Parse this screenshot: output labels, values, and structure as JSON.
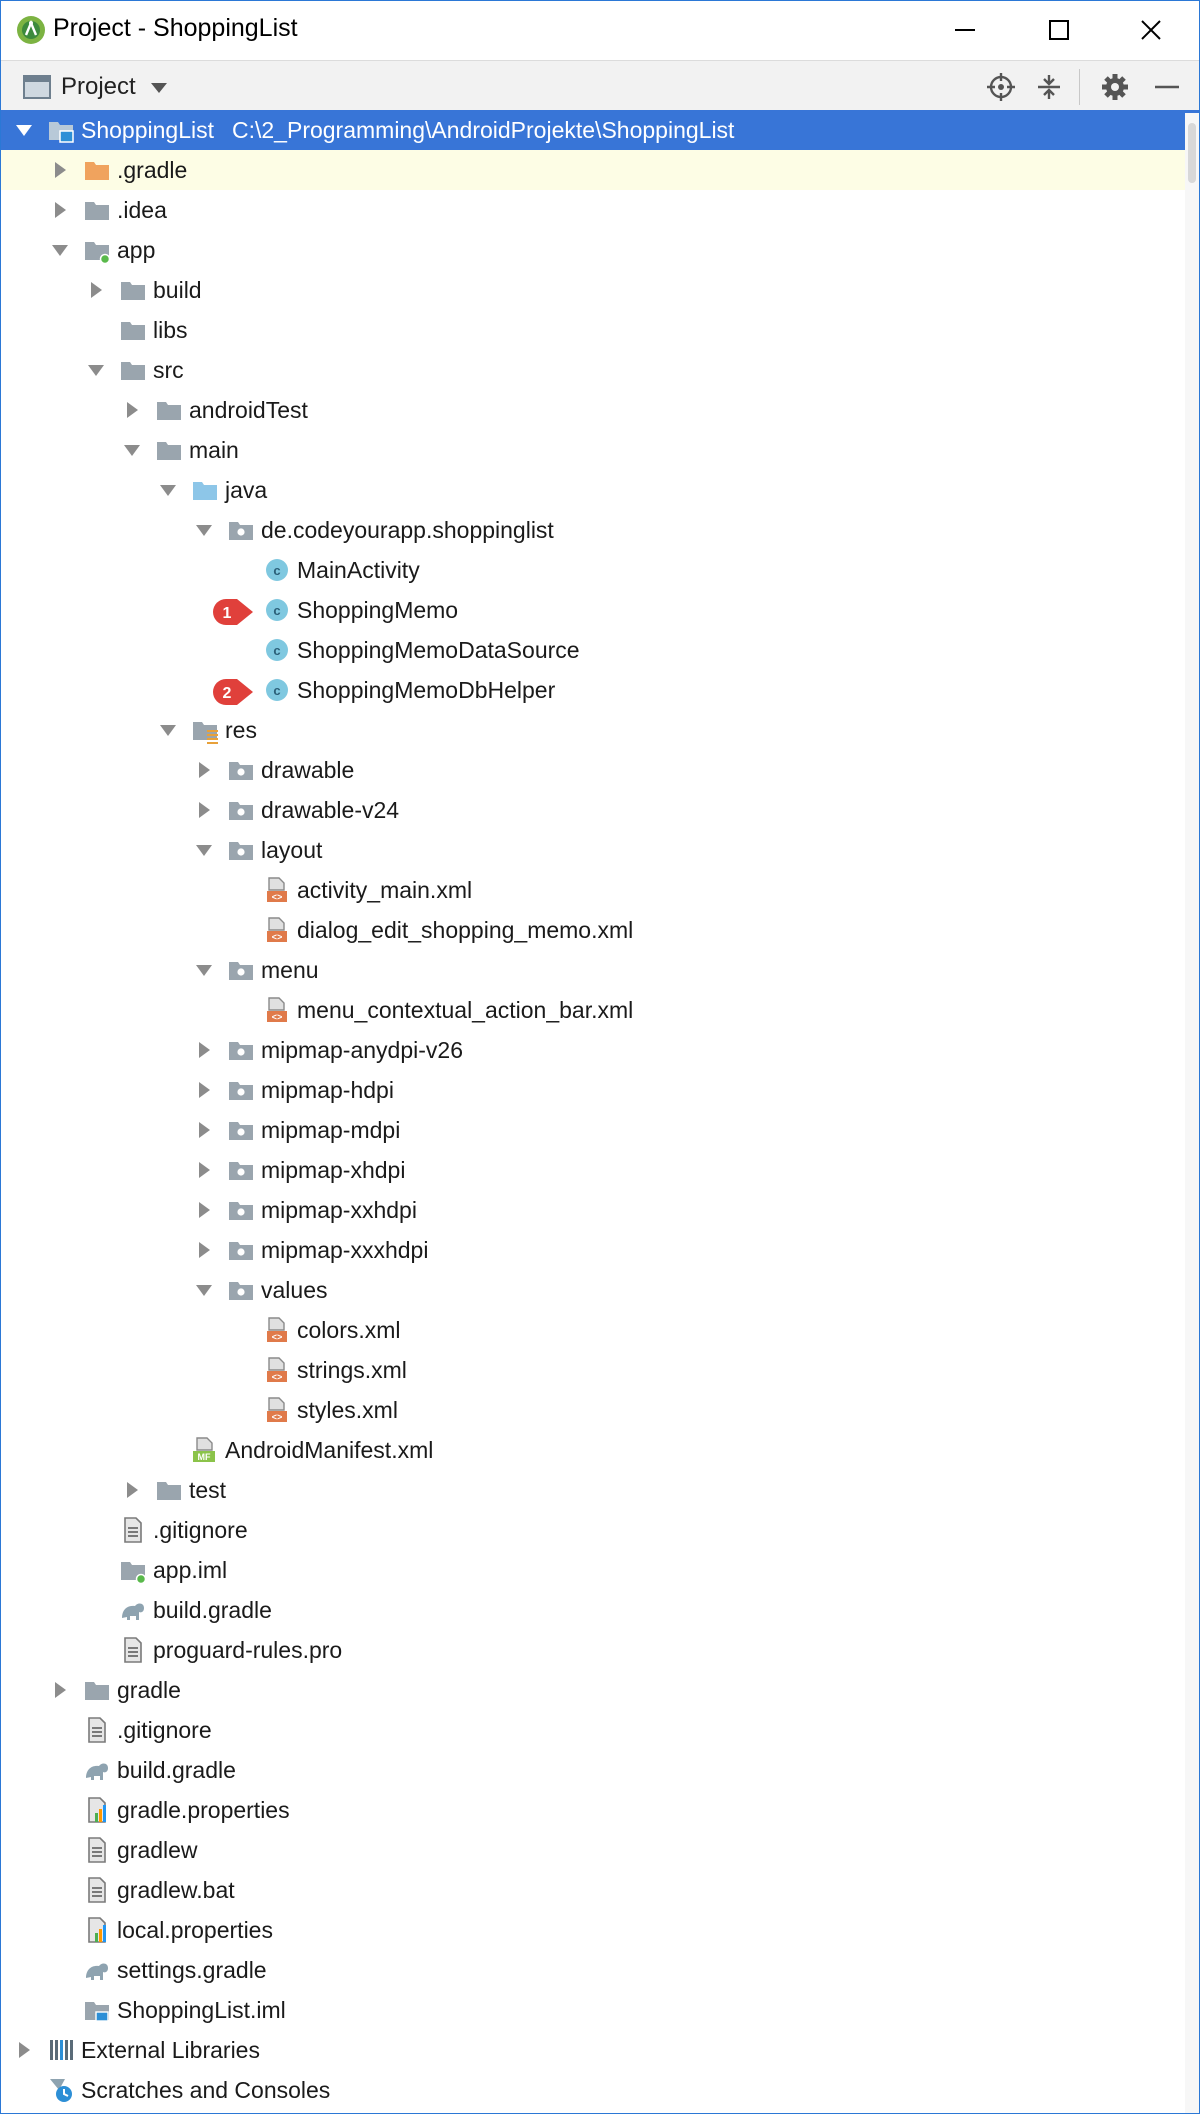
{
  "window": {
    "title": "Project - ShoppingList",
    "minimize_icon": "minimize-icon",
    "maximize_icon": "maximize-icon",
    "close_icon": "close-icon"
  },
  "toolbar": {
    "view_label": "Project",
    "icons": [
      "locate-target-icon",
      "collapse-all-icon",
      "gear-icon",
      "hide-icon"
    ]
  },
  "colors": {
    "selection": "#3875d7",
    "hover_row": "#fdfde5",
    "badge": "#e0403b",
    "class_icon": "#7fc8e0",
    "folder": "#9aa5ae",
    "xml_icon": "#e07a4a"
  },
  "tree": [
    {
      "label": "ShoppingList",
      "path": "C:\\2_Programming\\AndroidProjekte\\ShoppingList",
      "depth": 0,
      "arrow": "expanded",
      "icon": "module",
      "selected": true
    },
    {
      "label": ".gradle",
      "depth": 1,
      "arrow": "collapsed",
      "icon": "folder-orange",
      "hover": true
    },
    {
      "label": ".idea",
      "depth": 1,
      "arrow": "collapsed",
      "icon": "folder"
    },
    {
      "label": "app",
      "depth": 1,
      "arrow": "expanded",
      "icon": "module-folder"
    },
    {
      "label": "build",
      "depth": 2,
      "arrow": "collapsed",
      "icon": "folder"
    },
    {
      "label": "libs",
      "depth": 2,
      "arrow": "none",
      "icon": "folder"
    },
    {
      "label": "src",
      "depth": 2,
      "arrow": "expanded",
      "icon": "folder"
    },
    {
      "label": "androidTest",
      "depth": 3,
      "arrow": "collapsed",
      "icon": "folder"
    },
    {
      "label": "main",
      "depth": 3,
      "arrow": "expanded",
      "icon": "folder"
    },
    {
      "label": "java",
      "depth": 4,
      "arrow": "expanded",
      "icon": "folder-source"
    },
    {
      "label": "de.codeyourapp.shoppinglist",
      "depth": 5,
      "arrow": "expanded",
      "icon": "package"
    },
    {
      "label": "MainActivity",
      "depth": 6,
      "arrow": "none",
      "icon": "class"
    },
    {
      "label": "ShoppingMemo",
      "depth": 6,
      "arrow": "none",
      "icon": "class",
      "badge": "1"
    },
    {
      "label": "ShoppingMemoDataSource",
      "depth": 6,
      "arrow": "none",
      "icon": "class"
    },
    {
      "label": "ShoppingMemoDbHelper",
      "depth": 6,
      "arrow": "none",
      "icon": "class",
      "badge": "2"
    },
    {
      "label": "res",
      "depth": 4,
      "arrow": "expanded",
      "icon": "folder-res"
    },
    {
      "label": "drawable",
      "depth": 5,
      "arrow": "collapsed",
      "icon": "package"
    },
    {
      "label": "drawable-v24",
      "depth": 5,
      "arrow": "collapsed",
      "icon": "package"
    },
    {
      "label": "layout",
      "depth": 5,
      "arrow": "expanded",
      "icon": "package"
    },
    {
      "label": "activity_main.xml",
      "depth": 6,
      "arrow": "none",
      "icon": "xml"
    },
    {
      "label": "dialog_edit_shopping_memo.xml",
      "depth": 6,
      "arrow": "none",
      "icon": "xml"
    },
    {
      "label": "menu",
      "depth": 5,
      "arrow": "expanded",
      "icon": "package"
    },
    {
      "label": "menu_contextual_action_bar.xml",
      "depth": 6,
      "arrow": "none",
      "icon": "xml"
    },
    {
      "label": "mipmap-anydpi-v26",
      "depth": 5,
      "arrow": "collapsed",
      "icon": "package"
    },
    {
      "label": "mipmap-hdpi",
      "depth": 5,
      "arrow": "collapsed",
      "icon": "package"
    },
    {
      "label": "mipmap-mdpi",
      "depth": 5,
      "arrow": "collapsed",
      "icon": "package"
    },
    {
      "label": "mipmap-xhdpi",
      "depth": 5,
      "arrow": "collapsed",
      "icon": "package"
    },
    {
      "label": "mipmap-xxhdpi",
      "depth": 5,
      "arrow": "collapsed",
      "icon": "package"
    },
    {
      "label": "mipmap-xxxhdpi",
      "depth": 5,
      "arrow": "collapsed",
      "icon": "package"
    },
    {
      "label": "values",
      "depth": 5,
      "arrow": "expanded",
      "icon": "package"
    },
    {
      "label": "colors.xml",
      "depth": 6,
      "arrow": "none",
      "icon": "xml"
    },
    {
      "label": "strings.xml",
      "depth": 6,
      "arrow": "none",
      "icon": "xml"
    },
    {
      "label": "styles.xml",
      "depth": 6,
      "arrow": "none",
      "icon": "xml"
    },
    {
      "label": "AndroidManifest.xml",
      "depth": 4,
      "arrow": "none",
      "icon": "manifest"
    },
    {
      "label": "test",
      "depth": 3,
      "arrow": "collapsed",
      "icon": "folder"
    },
    {
      "label": ".gitignore",
      "depth": 2,
      "arrow": "none",
      "icon": "text-file"
    },
    {
      "label": "app.iml",
      "depth": 2,
      "arrow": "none",
      "icon": "iml-module"
    },
    {
      "label": "build.gradle",
      "depth": 2,
      "arrow": "none",
      "icon": "gradle"
    },
    {
      "label": "proguard-rules.pro",
      "depth": 2,
      "arrow": "none",
      "icon": "text-file"
    },
    {
      "label": "gradle",
      "depth": 1,
      "arrow": "collapsed",
      "icon": "folder"
    },
    {
      "label": ".gitignore",
      "depth": 1,
      "arrow": "none",
      "icon": "text-file"
    },
    {
      "label": "build.gradle",
      "depth": 1,
      "arrow": "none",
      "icon": "gradle"
    },
    {
      "label": "gradle.properties",
      "depth": 1,
      "arrow": "none",
      "icon": "properties"
    },
    {
      "label": "gradlew",
      "depth": 1,
      "arrow": "none",
      "icon": "text-file"
    },
    {
      "label": "gradlew.bat",
      "depth": 1,
      "arrow": "none",
      "icon": "text-file"
    },
    {
      "label": "local.properties",
      "depth": 1,
      "arrow": "none",
      "icon": "properties"
    },
    {
      "label": "settings.gradle",
      "depth": 1,
      "arrow": "none",
      "icon": "gradle"
    },
    {
      "label": "ShoppingList.iml",
      "depth": 1,
      "arrow": "none",
      "icon": "iml"
    },
    {
      "label": "External Libraries",
      "depth": 0,
      "arrow": "collapsed",
      "icon": "libraries"
    },
    {
      "label": "Scratches and Consoles",
      "depth": 0,
      "arrow": "none",
      "icon": "scratches"
    }
  ]
}
